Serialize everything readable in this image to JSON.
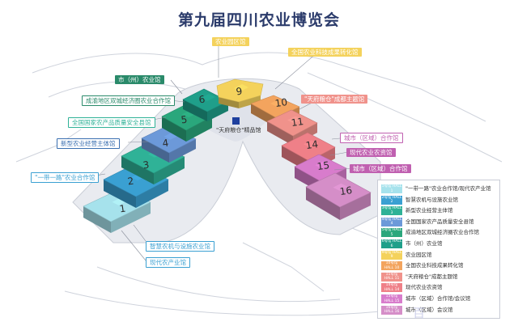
{
  "title": "第九届四川农业博览会",
  "watermark": "百",
  "center": {
    "label": "\"天府粮仓\"精品馆"
  },
  "halls": [
    {
      "id": "1",
      "label": "1",
      "color": "#a6e2ec"
    },
    {
      "id": "2",
      "label": "2",
      "color": "#3aa0d2"
    },
    {
      "id": "3",
      "label": "3",
      "color": "#2fb297"
    },
    {
      "id": "4",
      "label": "4",
      "color": "#6c99d9"
    },
    {
      "id": "5",
      "label": "5",
      "color": "#2aa77c"
    },
    {
      "id": "6",
      "label": "6",
      "color": "#1f9f8a"
    },
    {
      "id": "9",
      "label": "9",
      "color": "#f4d25c"
    },
    {
      "id": "10",
      "label": "10",
      "color": "#f3a45e"
    },
    {
      "id": "11",
      "label": "11",
      "color": "#f0928b"
    },
    {
      "id": "14",
      "label": "14",
      "color": "#ef8088"
    },
    {
      "id": "15",
      "label": "15",
      "color": "#d87ccc"
    },
    {
      "id": "16",
      "label": "16",
      "color": "#d58ec8"
    }
  ],
  "callouts": [
    {
      "id": "nong",
      "text": "农业园区馆",
      "color": "#f4d25c",
      "text_color": "#ffffff"
    },
    {
      "id": "quanguo-jishu",
      "text": "全国农业科技成果转化馆",
      "color": "#f4d25c",
      "text_color": "#ffffff"
    },
    {
      "id": "tianfu",
      "text": "\"天府粮仓\"成都主题馆",
      "color": "#f0928b",
      "text_color": "#ffffff"
    },
    {
      "id": "shi-zhou",
      "text": "市（州）农业馆",
      "color": "#2a8a6a",
      "text_color": "#ffffff"
    },
    {
      "id": "chengyu",
      "text": "成渝地区双城经济圈农业合作馆",
      "color": "#ffffff",
      "text_color": "#2a8a6a",
      "border": "#2a8a6a"
    },
    {
      "id": "lvse",
      "text": "全国国家农产品质量安全县馆",
      "color": "#ffffff",
      "text_color": "#2fb297",
      "border": "#2fb297"
    },
    {
      "id": "xinxing",
      "text": "新型农业经营主体馆",
      "color": "#ffffff",
      "text_color": "#3a6fb0",
      "border": "#3a6fb0"
    },
    {
      "id": "yidai",
      "text": "\"一带一路\"农业合作馆",
      "color": "#ffffff",
      "text_color": "#3aa0d2",
      "border": "#3aa0d2"
    },
    {
      "id": "chengshi-hezuo",
      "text": "城市（区域）合作馆",
      "color": "#ffffff",
      "text_color": "#c060b0",
      "border": "#c060b0"
    },
    {
      "id": "xiandai-fuwu",
      "text": "现代农业农资馆",
      "color": "#c060b0",
      "text_color": "#ffffff"
    },
    {
      "id": "chengshi-hezuo-2",
      "text": "城市（区域）合作馆",
      "color": "#c060b0",
      "text_color": "#ffffff"
    },
    {
      "id": "zhihui",
      "text": "智慧农机与设施农业馆",
      "color": "#ffffff",
      "text_color": "#3aa0d2",
      "border": "#3aa0d2"
    },
    {
      "id": "xiandai-chanye",
      "text": "现代农产业馆",
      "color": "#ffffff",
      "text_color": "#3aa0d2",
      "border": "#3aa0d2"
    }
  ],
  "legend": [
    {
      "hall": "1号馆 HALL 1",
      "text": "\"一带一路\"农业合作馆/现代农产业馆",
      "color": "#a6e2ec"
    },
    {
      "hall": "2号馆 HALL 2",
      "text": "智慧农机与设施农业馆",
      "color": "#3aa0d2"
    },
    {
      "hall": "3号馆 HALL 3",
      "text": "新型农业经营主体馆",
      "color": "#2fb297"
    },
    {
      "hall": "4号馆 HALL 4",
      "text": "全国国家农产品质量安全县馆",
      "color": "#6c99d9"
    },
    {
      "hall": "5号馆 HALL 5",
      "text": "成渝地区双城经济圈农业合作馆",
      "color": "#2aa77c"
    },
    {
      "hall": "6号馆 HALL 6",
      "text": "市（州）农业馆",
      "color": "#1f9f8a"
    },
    {
      "hall": "9号馆 HALL 9",
      "text": "农业园区馆",
      "color": "#f4d25c"
    },
    {
      "hall": "10号馆 HALL 10",
      "text": "全国农业科技成果转化馆",
      "color": "#f3a45e"
    },
    {
      "hall": "11号馆 HALL 11",
      "text": "\"天府粮仓\"成都主题馆",
      "color": "#f0928b"
    },
    {
      "hall": "14号馆 HALL 14",
      "text": "现代农业农资馆",
      "color": "#ef8088"
    },
    {
      "hall": "15号馆 HALL 15",
      "text": "城市（区域）合作馆/会议馆",
      "color": "#d87ccc"
    },
    {
      "hall": "16号馆 HALL 16",
      "text": "城市（区域）会议馆",
      "color": "#d58ec8"
    }
  ]
}
